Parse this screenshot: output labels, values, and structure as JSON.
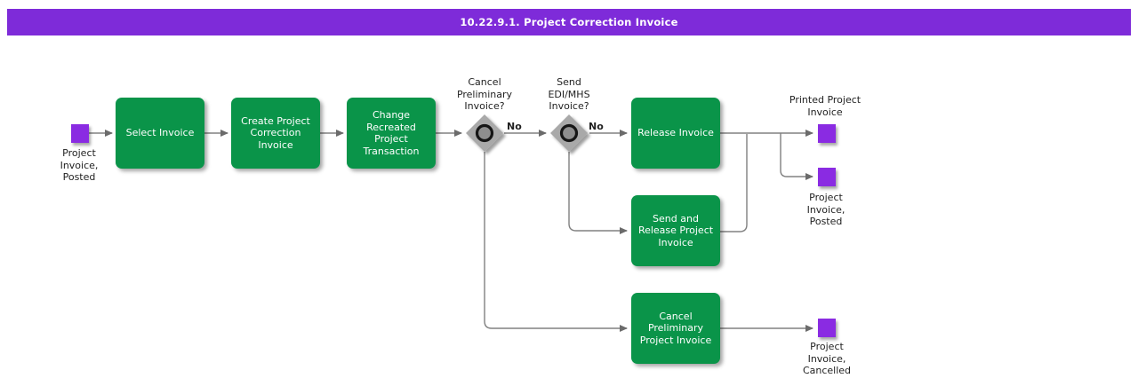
{
  "title_bar": {
    "text": "10.22.9.1. Project Correction Invoice"
  },
  "colors": {
    "title_bar_bg": "#7e2bd9",
    "task_green": "#0a9449",
    "event_purple": "#8a2be2",
    "connector_gray": "#808080",
    "decision_gray": "#a9a9a9"
  },
  "events": {
    "start": {
      "label": "Project\nInvoice,\nPosted"
    },
    "printed": {
      "label": "Printed Project\nInvoice"
    },
    "posted": {
      "label": "Project\nInvoice,\nPosted"
    },
    "cancelled": {
      "label": "Project\nInvoice,\nCancelled"
    }
  },
  "tasks": {
    "select_invoice": {
      "label": "Select Invoice"
    },
    "create_correction": {
      "label": "Create Project\nCorrection\nInvoice"
    },
    "change_transaction": {
      "label": "Change\nRecreated\nProject\nTransaction"
    },
    "release_invoice": {
      "label": "Release Invoice"
    },
    "send_release": {
      "label": "Send and\nRelease Project\nInvoice"
    },
    "cancel_preliminary": {
      "label": "Cancel\nPreliminary\nProject Invoice"
    }
  },
  "decisions": {
    "cancel_preliminary_q": {
      "label": "Cancel\nPreliminary\nInvoice?",
      "branch_label": "No"
    },
    "send_edi_q": {
      "label": "Send\nEDI/MHS\nInvoice?",
      "branch_label": "No"
    }
  }
}
